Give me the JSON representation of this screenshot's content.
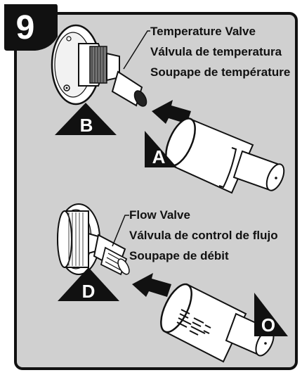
{
  "step": {
    "number": "9"
  },
  "temperature_valve": {
    "labels": [
      "Temperature Valve",
      "Válvula de temperatura",
      "Soupape de température"
    ],
    "part_letter": "B",
    "cartridge_letter": "A"
  },
  "flow_valve": {
    "labels": [
      "Flow Valve",
      "Válvula de control de flujo",
      "Soupape de débit"
    ],
    "part_letter": "D",
    "cartridge_letter": "O"
  },
  "colors": {
    "panel": "#d0d0d0",
    "border": "#111111",
    "part": "#ffffff",
    "badge": "#111111"
  }
}
